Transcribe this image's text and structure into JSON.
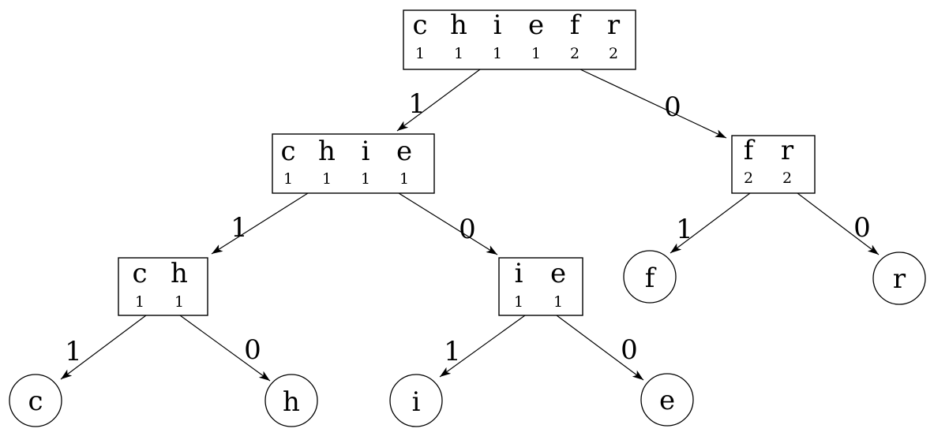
{
  "nodes": [
    {
      "id": "chiefr",
      "letters": [
        "c",
        "h",
        "i",
        "e",
        "f",
        "r"
      ],
      "counts": [
        "1",
        "1",
        "1",
        "1",
        "2",
        "2"
      ]
    },
    {
      "id": "chie",
      "letters": [
        "c",
        "h",
        "i",
        "e"
      ],
      "counts": [
        "1",
        "1",
        "1",
        "1"
      ]
    },
    {
      "id": "fr",
      "letters": [
        "f",
        "r"
      ],
      "counts": [
        "2",
        "2"
      ]
    },
    {
      "id": "ch",
      "letters": [
        "c",
        "h"
      ],
      "counts": [
        "1",
        "1"
      ]
    },
    {
      "id": "ie",
      "letters": [
        "i",
        "e"
      ],
      "counts": [
        "1",
        "1"
      ]
    }
  ],
  "leaves": [
    {
      "id": "c",
      "label": "c"
    },
    {
      "id": "h",
      "label": "h"
    },
    {
      "id": "i",
      "label": "i"
    },
    {
      "id": "e",
      "label": "e"
    },
    {
      "id": "f",
      "label": "f"
    },
    {
      "id": "r",
      "label": "r"
    }
  ],
  "edges": [
    {
      "from": "chiefr",
      "to": "chie",
      "label": "1"
    },
    {
      "from": "chiefr",
      "to": "fr",
      "label": "0"
    },
    {
      "from": "chie",
      "to": "ch",
      "label": "1"
    },
    {
      "from": "chie",
      "to": "ie",
      "label": "0"
    },
    {
      "from": "fr",
      "to": "f",
      "label": "1"
    },
    {
      "from": "fr",
      "to": "r",
      "label": "0"
    },
    {
      "from": "ch",
      "to": "c",
      "label": "1"
    },
    {
      "from": "ch",
      "to": "h",
      "label": "0"
    },
    {
      "from": "ie",
      "to": "i",
      "label": "1"
    },
    {
      "from": "ie",
      "to": "e",
      "label": "0"
    }
  ],
  "colors": {
    "ink": "#000000",
    "background": "#ffffff"
  }
}
